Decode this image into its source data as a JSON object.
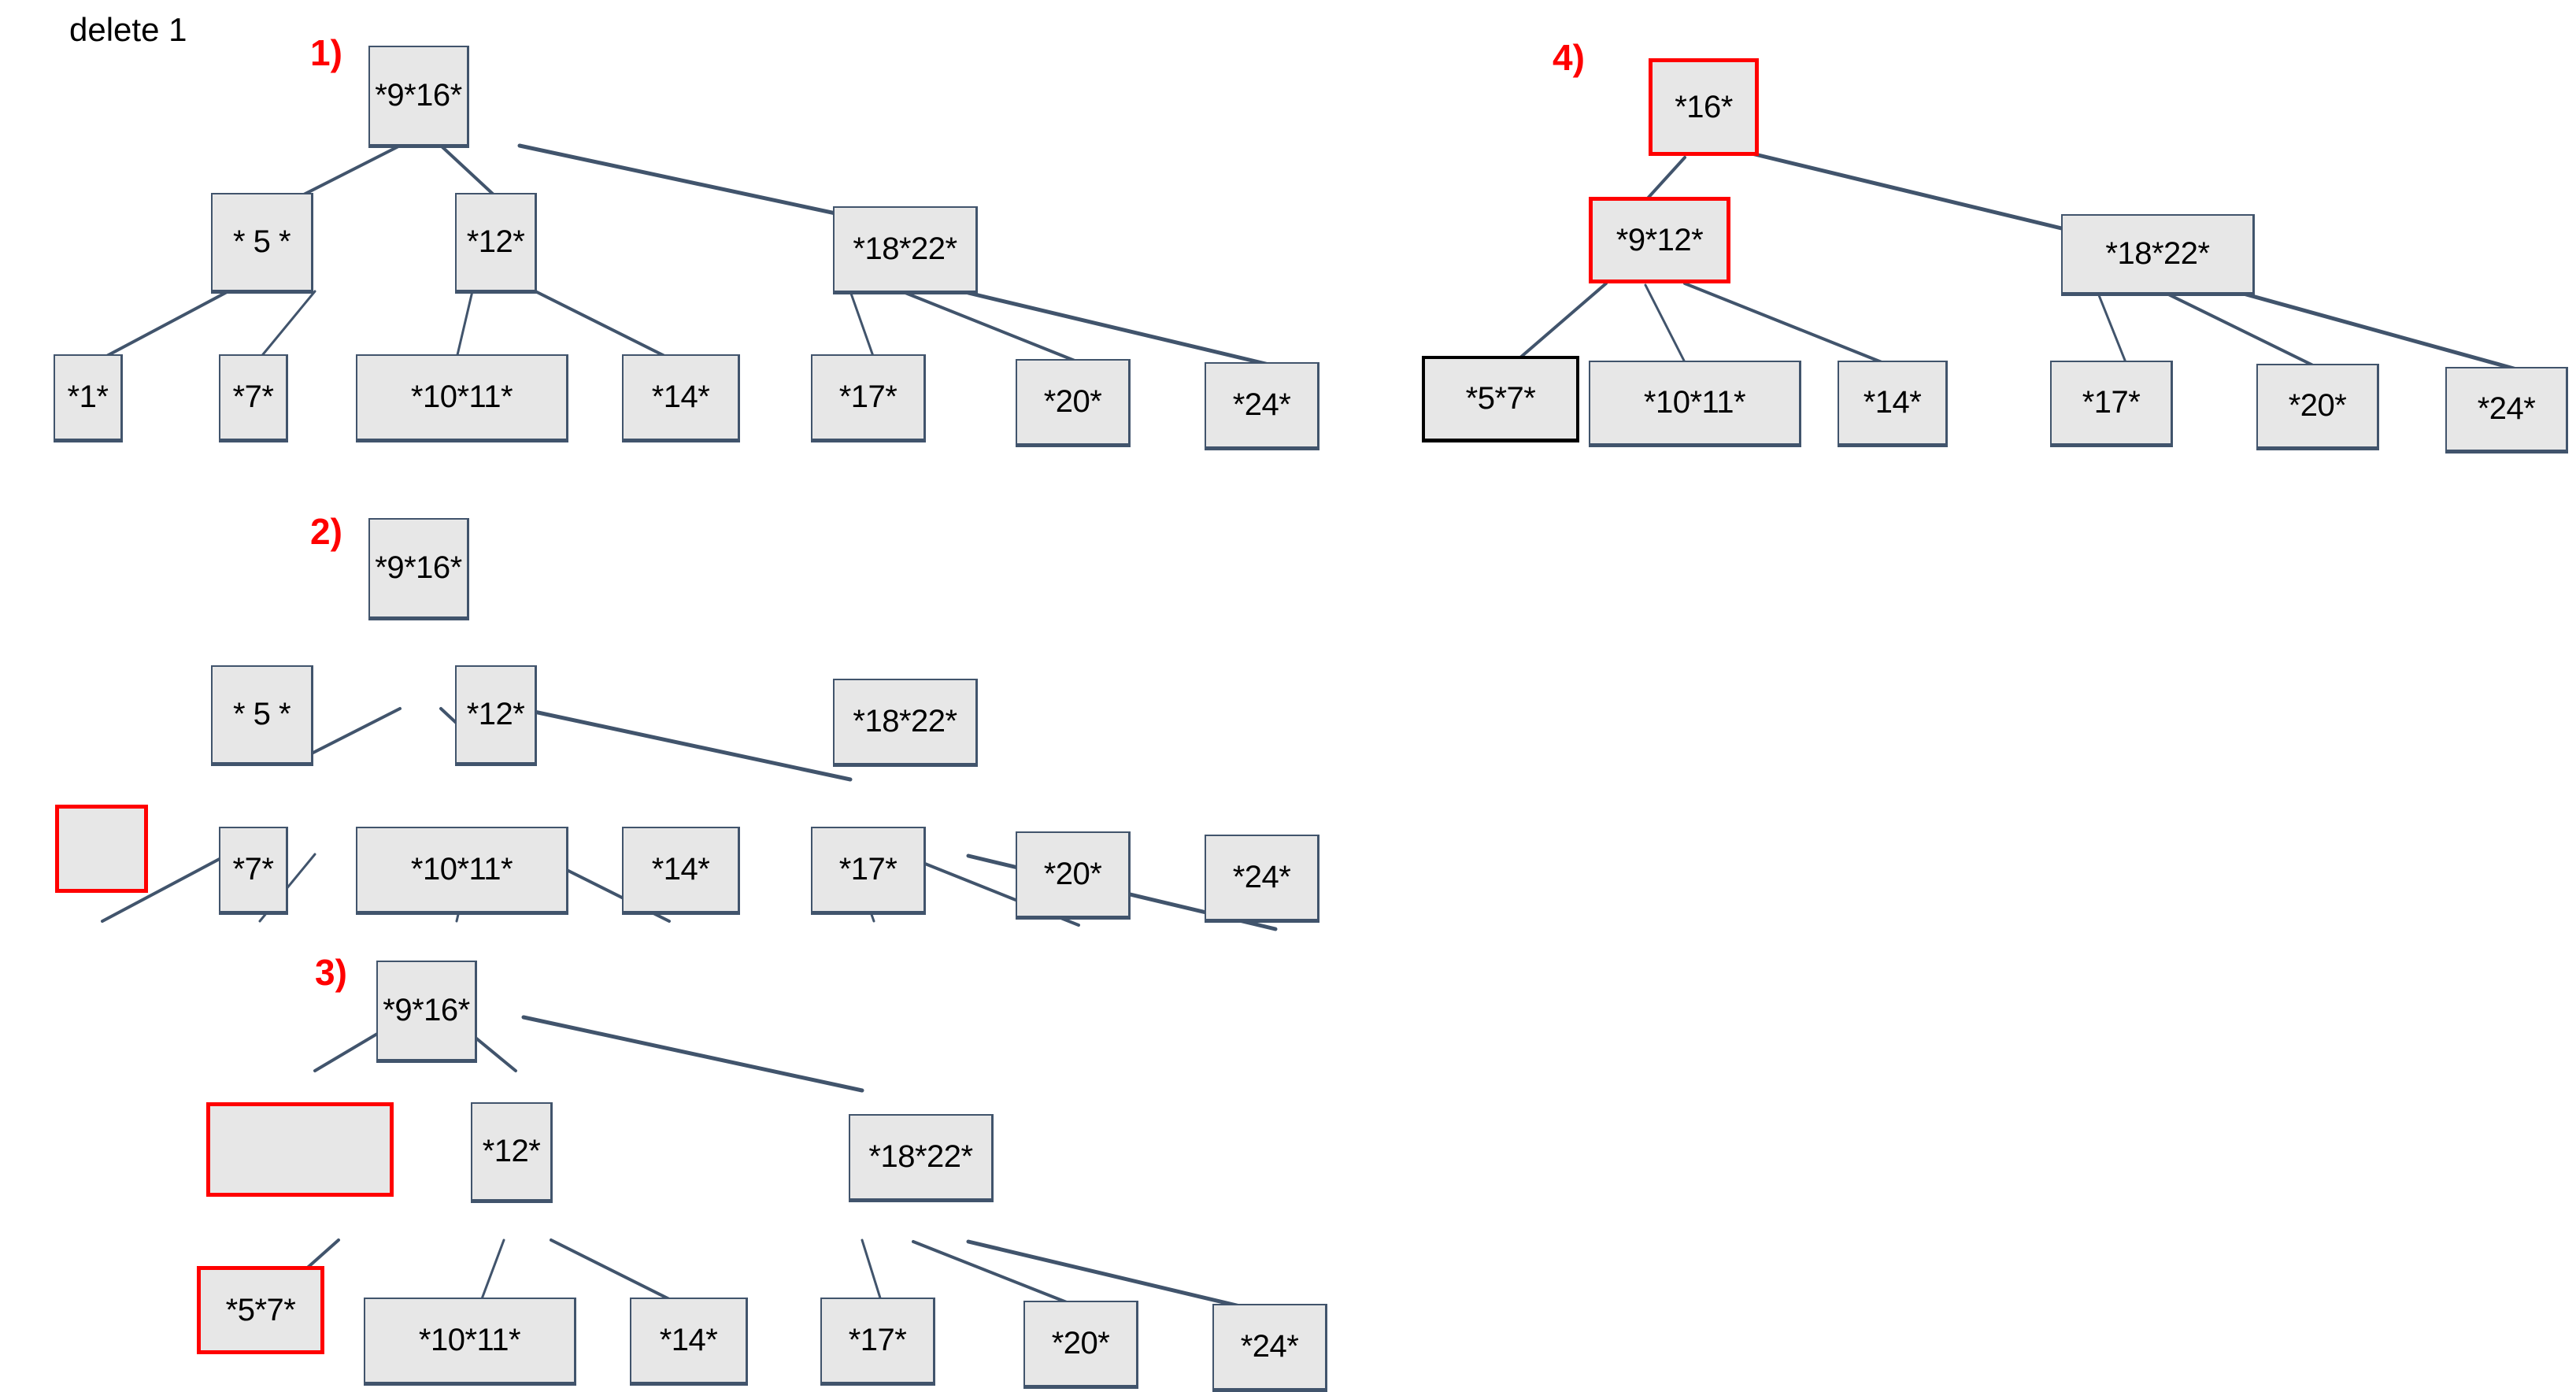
{
  "page": {
    "title": "B-tree deletion walkthrough",
    "background_color": "#ffffff",
    "node_fill": "#e7e7e7",
    "node_border": "#41546c",
    "highlight_color": "#ff0000",
    "edge_color": "#41546c",
    "text_color": "#000000"
  },
  "caption": {
    "text": "delete 1"
  },
  "steps": [
    {
      "marker": "1)"
    },
    {
      "marker": "2)"
    },
    {
      "marker": "3)"
    },
    {
      "marker": "4)"
    }
  ],
  "diagrams": {
    "step1": {
      "marker": "1)",
      "root": {
        "label": "*9*16*"
      },
      "level1": [
        {
          "label": "* 5 *"
        },
        {
          "label": "*12*"
        },
        {
          "label": "*18*22*"
        }
      ],
      "leaves": [
        {
          "label": "*1*"
        },
        {
          "label": "*7*"
        },
        {
          "label": "*10*11*"
        },
        {
          "label": "*14*"
        },
        {
          "label": "*17*"
        },
        {
          "label": "*20*"
        },
        {
          "label": "*24*"
        }
      ]
    },
    "step2": {
      "marker": "2)",
      "root": {
        "label": "*9*16*"
      },
      "level1": [
        {
          "label": "* 5 *"
        },
        {
          "label": "*12*"
        },
        {
          "label": "*18*22*"
        }
      ],
      "leaves": [
        {
          "label": "",
          "state": "empty-highlight"
        },
        {
          "label": "*7*"
        },
        {
          "label": "*10*11*"
        },
        {
          "label": "*14*"
        },
        {
          "label": "*17*"
        },
        {
          "label": "*20*"
        },
        {
          "label": "*24*"
        }
      ]
    },
    "step3": {
      "marker": "3)",
      "root": {
        "label": "*9*16*"
      },
      "level1": [
        {
          "label": "",
          "state": "empty-highlight"
        },
        {
          "label": "*12*"
        },
        {
          "label": "*18*22*"
        }
      ],
      "leaves": [
        {
          "label": "*5*7*",
          "state": "highlight"
        },
        {
          "label": "*10*11*"
        },
        {
          "label": "*14*"
        },
        {
          "label": "*17*"
        },
        {
          "label": "*20*"
        },
        {
          "label": "*24*"
        }
      ]
    },
    "step4": {
      "marker": "4)",
      "root": {
        "label": "*16*",
        "state": "highlight"
      },
      "level1": [
        {
          "label": "*9*12*",
          "state": "highlight"
        },
        {
          "label": "*18*22*"
        }
      ],
      "leaves": [
        {
          "label": "*5*7*",
          "state": "merged"
        },
        {
          "label": "*10*11*"
        },
        {
          "label": "*14*"
        },
        {
          "label": "*17*"
        },
        {
          "label": "*20*"
        },
        {
          "label": "*24*"
        }
      ]
    }
  }
}
